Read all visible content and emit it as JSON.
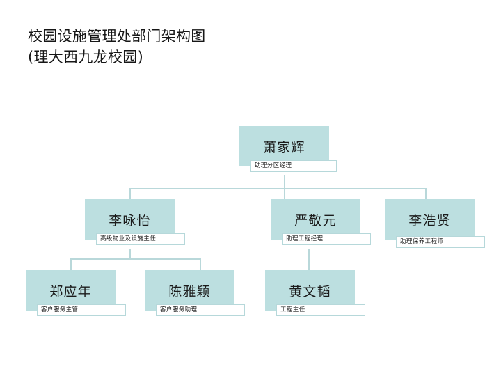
{
  "document": {
    "title_line_1": "校园设施管理处部门架构图",
    "title_line_2": "(理大西九龙校园)",
    "title_full": "校园设施管理处部门架构图\n(理大西九龙校园)"
  },
  "theme": {
    "background": "#ffffff",
    "node_fill": "#bcdfe0",
    "node_border": "#b6d8da",
    "connector": "#b9d8da",
    "title_box_fill": "#ffffff",
    "text": "#1b1b1b"
  },
  "chart_data": {
    "type": "diagram",
    "diagram_kind": "organization-chart",
    "title": "校园设施管理处部门架构图 (理大西九龙校园)",
    "levels": 3,
    "nodes": [
      {
        "id": "n1",
        "name": "萧家辉",
        "job_title": "助理分区经理",
        "level": 1,
        "parent": null
      },
      {
        "id": "n2",
        "name": "李咏怡",
        "job_title": "高级物业及设施主任",
        "level": 2,
        "parent": "n1"
      },
      {
        "id": "n3",
        "name": "严敬元",
        "job_title": "助理工程经理",
        "level": 2,
        "parent": "n1"
      },
      {
        "id": "n4",
        "name": "李浩贤",
        "job_title": "助理保养工程师",
        "level": 2,
        "parent": "n1"
      },
      {
        "id": "n5",
        "name": "郑应年",
        "job_title": "客户服务主管",
        "level": 3,
        "parent": "n2"
      },
      {
        "id": "n6",
        "name": "陈雅颖",
        "job_title": "客户服务助理",
        "level": 3,
        "parent": "n2"
      },
      {
        "id": "n7",
        "name": "黄文韬",
        "job_title": "工程主任",
        "level": 3,
        "parent": "n3"
      }
    ],
    "edges": [
      {
        "from": "n1",
        "to": "n2"
      },
      {
        "from": "n1",
        "to": "n3"
      },
      {
        "from": "n1",
        "to": "n4"
      },
      {
        "from": "n2",
        "to": "n5"
      },
      {
        "from": "n2",
        "to": "n6"
      },
      {
        "from": "n3",
        "to": "n7"
      }
    ]
  }
}
